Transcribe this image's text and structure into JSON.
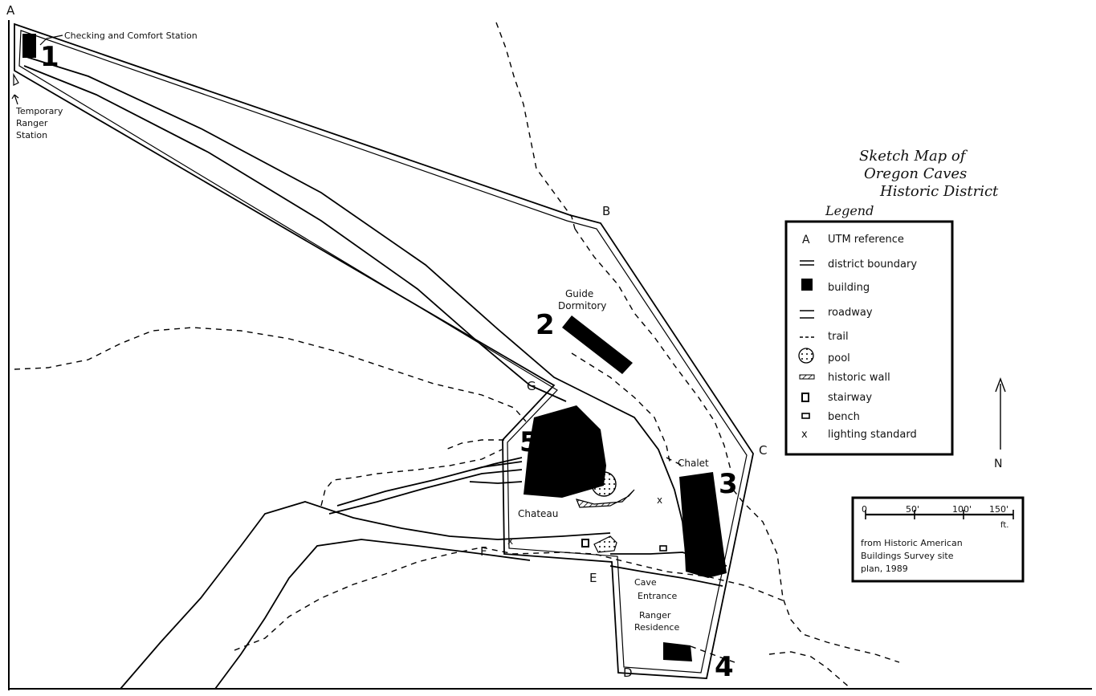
{
  "map": {
    "title_lines": [
      "Sketch Map of",
      "Oregon Caves",
      "Historic District"
    ],
    "legend": {
      "heading": "Legend",
      "items": [
        {
          "symbol": "A",
          "label": "UTM reference"
        },
        {
          "symbol": "double-line",
          "label": "district boundary"
        },
        {
          "symbol": "filled-square",
          "label": "building"
        },
        {
          "symbol": "single-line",
          "label": "roadway"
        },
        {
          "symbol": "dashed-line",
          "label": "trail"
        },
        {
          "symbol": "dotted-circle",
          "label": "pool"
        },
        {
          "symbol": "hatched-bar",
          "label": "historic wall"
        },
        {
          "symbol": "stair-box",
          "label": "stairway"
        },
        {
          "symbol": "small-rect",
          "label": "bench"
        },
        {
          "symbol": "x",
          "label": "lighting standard"
        }
      ]
    },
    "north_label": "N",
    "scale": {
      "ticks": [
        "0",
        "50'",
        "100'",
        "150'"
      ],
      "unit": "ft.",
      "source_lines": [
        "from Historic American",
        "Buildings Survey site",
        "plan, 1989"
      ]
    },
    "utm_points": [
      "A",
      "B",
      "C",
      "D",
      "E",
      "F",
      "G"
    ],
    "building_numbers": [
      "1",
      "2",
      "3",
      "4",
      "5"
    ],
    "feature_labels": {
      "checking": "Checking and Comfort Station",
      "temp_ranger": [
        "Temporary",
        "Ranger",
        "Station"
      ],
      "guide_dorm": [
        "Guide",
        "Dormitory"
      ],
      "chalet": "Chalet",
      "chateau": "Chateau",
      "cave_entrance": [
        "Cave",
        "Entrance"
      ],
      "ranger_residence": [
        "Ranger",
        "Residence"
      ]
    },
    "small_marks": {
      "lighting_x": "x"
    }
  }
}
